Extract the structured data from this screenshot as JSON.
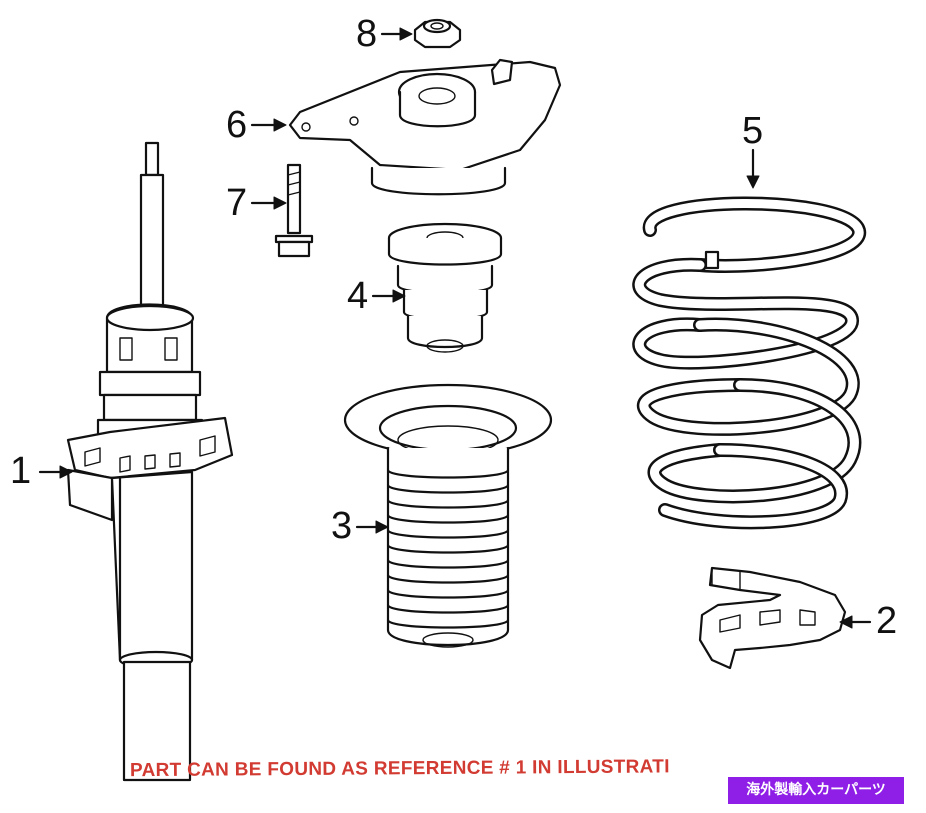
{
  "diagram": {
    "callouts": [
      {
        "id": "1",
        "label": "1"
      },
      {
        "id": "2",
        "label": "2"
      },
      {
        "id": "3",
        "label": "3"
      },
      {
        "id": "4",
        "label": "4"
      },
      {
        "id": "5",
        "label": "5"
      },
      {
        "id": "6",
        "label": "6"
      },
      {
        "id": "7",
        "label": "7"
      },
      {
        "id": "8",
        "label": "8"
      }
    ]
  },
  "overlay": {
    "note": "PART CAN BE FOUND AS REFERENCE # 1 IN ILLUSTRATI",
    "note_color": "#d23b32",
    "badge": "海外製輸入カーパーツ",
    "badge_color": "#8f1fe6"
  }
}
